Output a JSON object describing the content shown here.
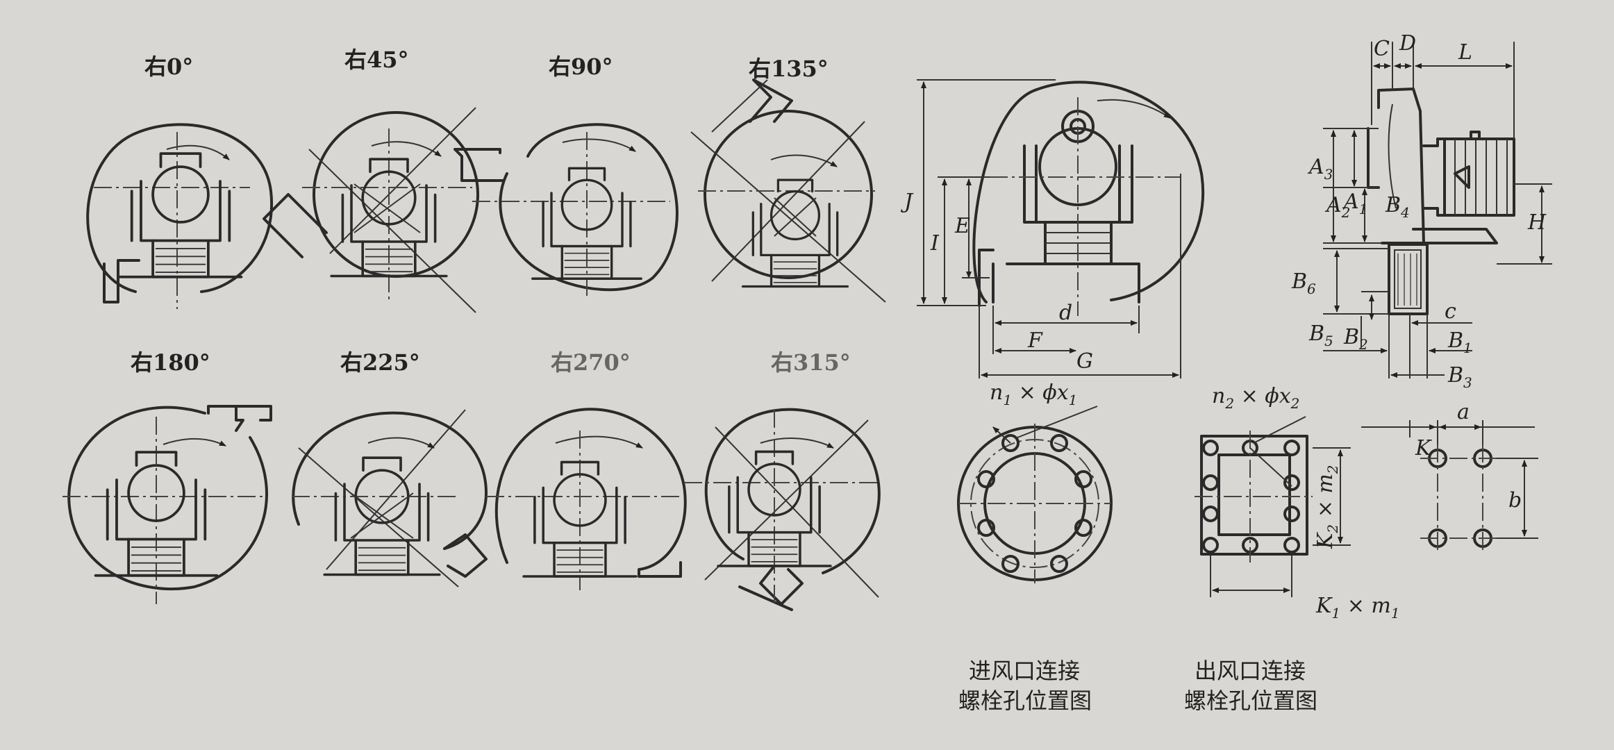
{
  "orientation_labels": [
    "右0°",
    "右45°",
    "右90°",
    "右135°",
    "右180°",
    "右225°",
    "右270°",
    "右315°"
  ],
  "main_view_dims": {
    "J": "J",
    "I": "I",
    "E": "E",
    "d": "d",
    "F": "F",
    "G": "G"
  },
  "side_view_dims": {
    "C": "C",
    "D": "D",
    "L": "L",
    "A3": "A",
    "A3_sub": "3",
    "A2": "A",
    "A2_sub": "2",
    "A1": "A",
    "A1_sub": "1",
    "B4": "B",
    "B4_sub": "4",
    "H": "H",
    "B6": "B",
    "B6_sub": "6",
    "c": "c",
    "B5": "B",
    "B5_sub": "5",
    "B2": "B",
    "B2_sub": "2",
    "B1": "B",
    "B1_sub": "1",
    "B3": "B",
    "B3_sub": "3"
  },
  "inlet_flange": {
    "spec_main": "n",
    "spec_s1": "1",
    "spec_mid": " × ϕx",
    "spec_s2": "1"
  },
  "outlet_flange": {
    "spec_main": "n",
    "spec_s1": "2",
    "spec_mid": " × ϕx",
    "spec_s2": "2",
    "k2_main": "K",
    "k2_s1": "2",
    "k2_mid": " × m",
    "k2_s2": "2",
    "k1_main": "K",
    "k1_s1": "1",
    "k1_mid": " × m",
    "k1_s2": "1"
  },
  "foundation_dims": {
    "K": "K",
    "a": "a",
    "b": "b"
  },
  "captions": {
    "inlet_line1": "进风口连接",
    "inlet_line2": "螺栓孔位置图",
    "outlet_line1": "出风口连接",
    "outlet_line2": "螺栓孔位置图"
  }
}
